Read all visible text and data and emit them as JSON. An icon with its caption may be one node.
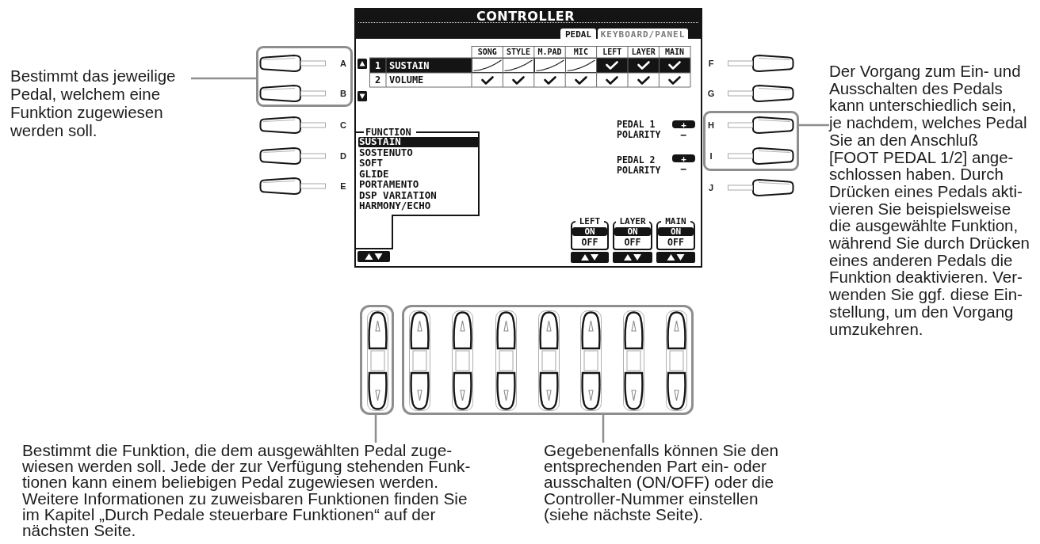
{
  "diagram": {
    "nodes": [
      {
        "text": [
          "Bestimmt das jeweilige Pedal, welchem eine Funktion zugewiesen werden soll."
        ]
      },
      {
        "text": [],
        "shape": "box"
      },
      {
        "text": [
          "Der Vorgang zum Ein- und Ausschalten des Pedals kann unterschiedlich sein, je nachdem, welches Pedal Sie an den Anschluß [FOOT PEDAL 1/2] ange- schlossen haben. Durch Drücken eines Pedals akti- vieren Sie beispielsweise die ausgewählte Funktion, während Sie durch Drücken eines anderen Pedals die Funktion deaktivieren. Ver- wenden Sie ggf. diese Ein- stellung, um den Vorgang umzukehren."
        ]
      },
      {
        "text": [],
        "shape": "box"
      },
      {
        "text": [
          "Bestimmt die Funktion, die dem ausgewählten Pedal zuge- wiesen werden soll. Jede der zur Verfügung stehenden Funk- tionen kann einem beliebigen Pedal zugewiesen werden. Weitere Informationen zu zuweisbaren Funktionen finden Sie im Kapitel „Durch Pedale steuerbare Funktionen“ auf der nächsten Seite."
        ]
      },
      {
        "text": [],
        "shape": "box"
      },
      {
        "text": [
          "Gegebenenfalls können Sie den entsprechenden Part ein- oder ausschalten (ON/OFF) oder die Controller-Nummer einstellen (siehe nächste Seite)."
        ]
      },
      {
        "text": [],
        "shape": "box"
      }
    ],
    "edges": [
      {
        "from": 0,
        "to": 1,
        "arrow": "none"
      },
      {
        "from": 2,
        "to": 3,
        "arrow": "none"
      },
      {
        "from": 4,
        "to": 5,
        "arrow": "none"
      },
      {
        "from": 6,
        "to": 7,
        "arrow": "none"
      }
    ],
    "labels": [
      "A",
      "B",
      "C",
      "D",
      "E",
      "CONTROLLER",
      "PEDAL",
      "KEYBOARD/PANEL",
      "SONG",
      "STYLE",
      "M.PAD",
      "MIC",
      "LEFT",
      "LAYER",
      "MAIN",
      "1",
      "SUSTAIN",
      "2",
      "VOLUME",
      "FUNCTION",
      "SUSTAIN",
      "SOSTENUTO",
      "SOFT",
      "GLIDE",
      "PORTAMENTO",
      "DSP VARIATION",
      "HARMONY/ECHO",
      "PEDAL 1 POLARITY",
      "+",
      "−",
      "PEDAL 2 POLARITY",
      "+",
      "−",
      "LEFT",
      "ON",
      "OFF",
      "LAYER",
      "ON",
      "OFF",
      "MAIN",
      "ON",
      "OFF",
      "F",
      "G",
      "H",
      "I",
      "J"
    ]
  }
}
